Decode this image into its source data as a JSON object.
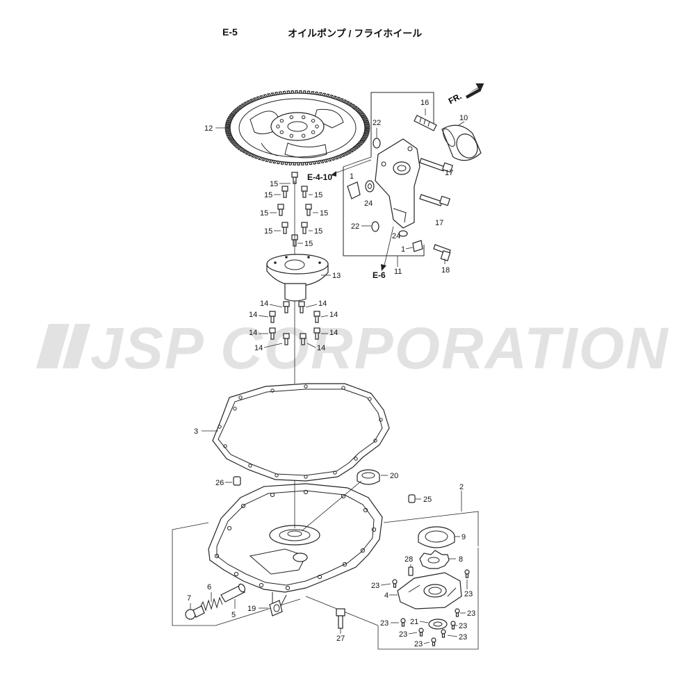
{
  "header": {
    "code": "E-5",
    "title": "オイルポンプ / フライホイール"
  },
  "watermark": "JSP CORPORATION",
  "direction": "FR.",
  "refs": {
    "r1": "E-4-10",
    "r2": "E-6"
  },
  "labels": {
    "n1": "1",
    "n2": "2",
    "n3": "3",
    "n4": "4",
    "n5": "5",
    "n6": "6",
    "n7": "7",
    "n8": "8",
    "n9": "9",
    "n10": "10",
    "n11": "11",
    "n12": "12",
    "n13": "13",
    "n14": "14",
    "n15": "15",
    "n16": "16",
    "n17": "17",
    "n18": "18",
    "n19": "19",
    "n20": "20",
    "n21": "21",
    "n22": "22",
    "n23": "23",
    "n24": "24",
    "n25": "25",
    "n26": "26",
    "n27": "27",
    "n28": "28"
  },
  "colors": {
    "line": "#222222",
    "watermark": "#e2e2e2",
    "text": "#111111"
  }
}
